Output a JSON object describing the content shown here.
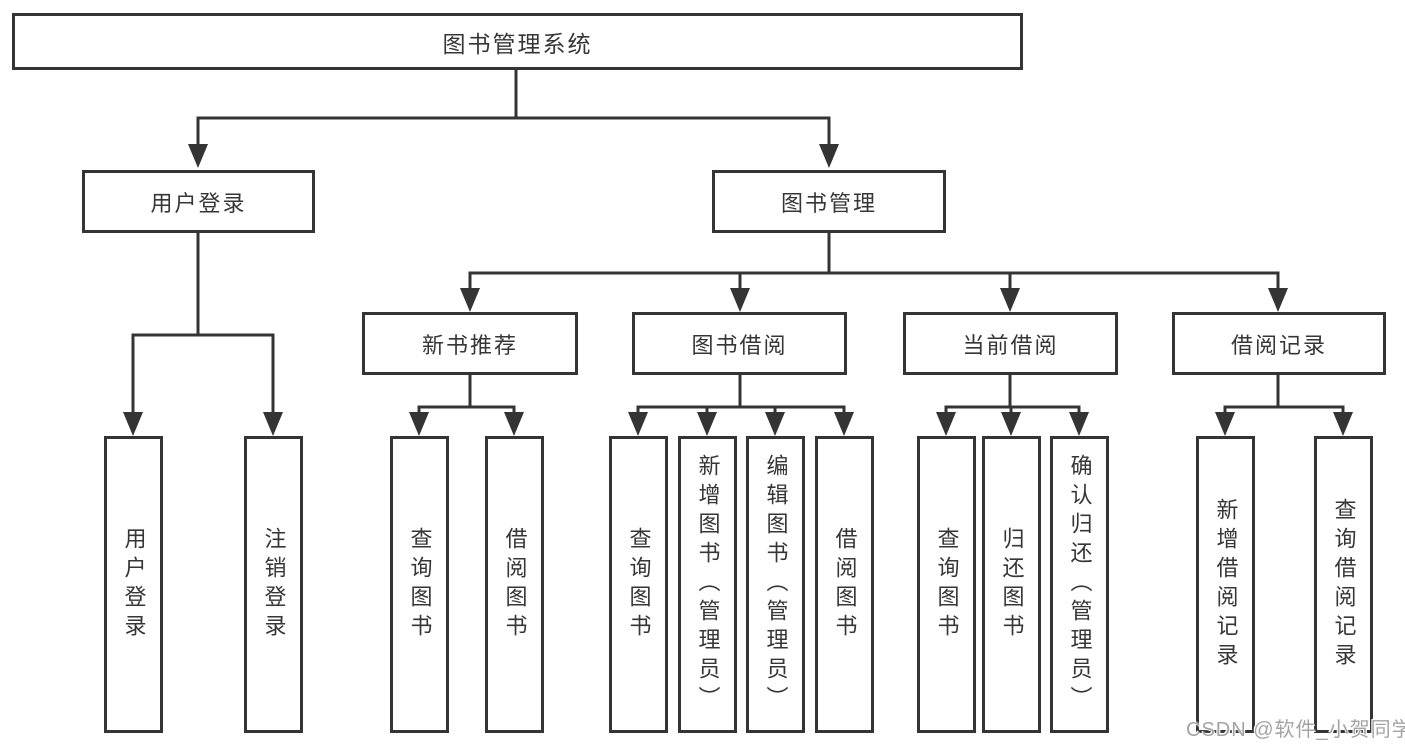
{
  "diagram_type": "hierarchy-tree",
  "colors": {
    "line": "#343434",
    "text": "#363636",
    "background": "#ffffff",
    "watermark": "#a4a4a4"
  },
  "tree": {
    "root": {
      "label": "图书管理系统"
    },
    "branches": [
      {
        "label": "用户登录",
        "children": [
          {
            "label": "用户登录"
          },
          {
            "label": "注销登录"
          }
        ]
      },
      {
        "label": "图书管理",
        "children": [
          {
            "label": "新书推荐",
            "children": [
              {
                "label": "查询图书"
              },
              {
                "label": "借阅图书"
              }
            ]
          },
          {
            "label": "图书借阅",
            "children": [
              {
                "label": "查询图书"
              },
              {
                "label": "新增图书（管理员）"
              },
              {
                "label": "编辑图书（管理员）"
              },
              {
                "label": "借阅图书"
              }
            ]
          },
          {
            "label": "当前借阅",
            "children": [
              {
                "label": "查询图书"
              },
              {
                "label": "归还图书"
              },
              {
                "label": "确认归还（管理员）"
              }
            ]
          },
          {
            "label": "借阅记录",
            "children": [
              {
                "label": "新增借阅记录"
              },
              {
                "label": "查询借阅记录"
              }
            ]
          }
        ]
      }
    ]
  },
  "watermark": {
    "text": "CSDN @软件_小贺同学"
  }
}
